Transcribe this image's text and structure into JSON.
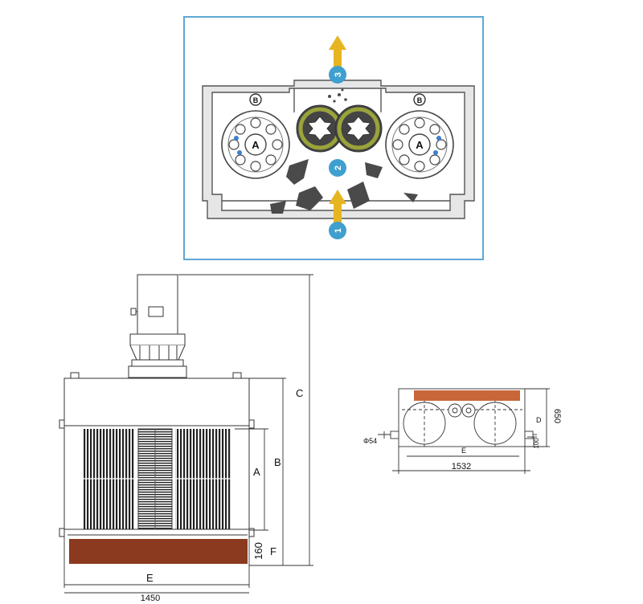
{
  "schematic": {
    "flow_steps": [
      "1",
      "2",
      "3"
    ],
    "chamber_marks": [
      "B",
      "B"
    ],
    "rotor_marks": [
      "A",
      "A"
    ],
    "colors": {
      "frame": "#5fa8d6",
      "housing": "#e6e6e6",
      "cutter_ring": "#9aa33a",
      "arrow": "#e7b521",
      "step_badge": "#3f9fcf",
      "debris": "#4a4a4a"
    }
  },
  "front_view": {
    "dim_labels": {
      "A": "A",
      "B": "B",
      "C": "C",
      "E": "E",
      "F": "F"
    },
    "base_height": "160",
    "width": "1450",
    "base_color": "#8b3a1f"
  },
  "top_view": {
    "dim_labels": {
      "D": "D",
      "E": "E"
    },
    "height": "650",
    "width": "1532",
    "offset": "100",
    "shaft_diameter": "Φ54",
    "plate_color": "#c8663a"
  }
}
